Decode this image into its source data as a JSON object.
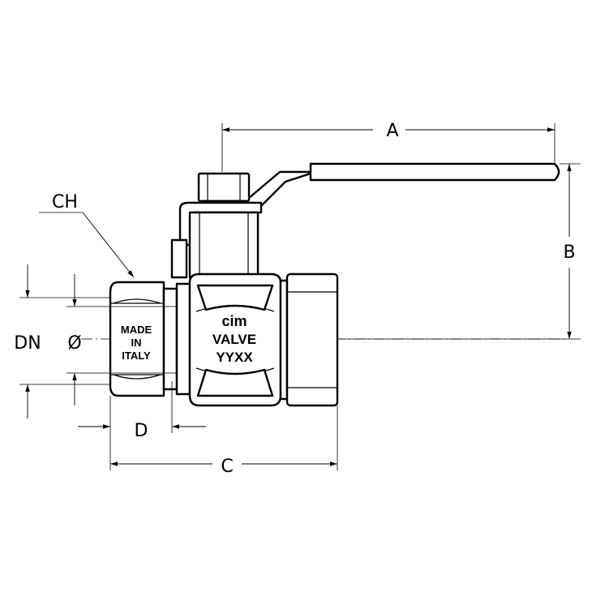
{
  "labels": {
    "A": "A",
    "B": "B",
    "C": "C",
    "D": "D",
    "CH": "CH",
    "DN": "DN",
    "diameter": "Ø"
  },
  "markings": {
    "origin": [
      "MADE",
      "IN",
      "ITALY"
    ],
    "brand": "cim",
    "product": "VALVE",
    "date_code": "YYXX"
  }
}
